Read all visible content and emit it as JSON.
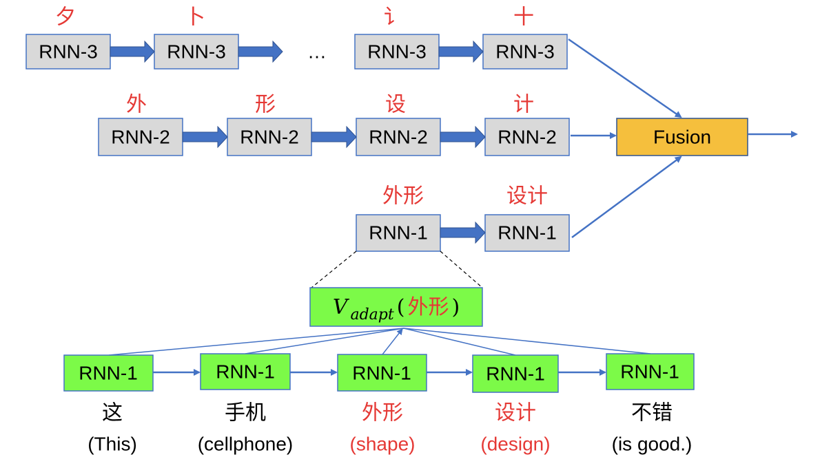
{
  "colors": {
    "accent_red": "#E53935",
    "arrow_blue": "#4472C4",
    "box_gray": "#D9D9D9",
    "box_green": "#7CFA48",
    "fusion_fill": "#F5BF3D"
  },
  "rnn3_row": {
    "boxes": [
      "RNN-3",
      "RNN-3",
      "RNN-3",
      "RNN-3"
    ],
    "labels": [
      "夕",
      "卜",
      "讠",
      "十"
    ],
    "ellipsis": "…"
  },
  "rnn2_row": {
    "boxes": [
      "RNN-2",
      "RNN-2",
      "RNN-2",
      "RNN-2"
    ],
    "labels": [
      "外",
      "形",
      "设",
      "计"
    ]
  },
  "rnn1_row": {
    "boxes": [
      "RNN-1",
      "RNN-1"
    ],
    "labels": [
      "外形",
      "设计"
    ]
  },
  "fusion": {
    "label": "Fusion"
  },
  "adapt": {
    "symbol": "V",
    "subscript": "adapt",
    "open": "(",
    "word": "外形",
    "close": ")"
  },
  "input_row": {
    "boxes": [
      "RNN-1",
      "RNN-1",
      "RNN-1",
      "RNN-1",
      "RNN-1"
    ],
    "words": [
      {
        "zh": "这",
        "en": "(This)"
      },
      {
        "zh": "手机",
        "en": "(cellphone)"
      },
      {
        "zh": "外形",
        "en": "(shape)"
      },
      {
        "zh": "设计",
        "en": "(design)"
      },
      {
        "zh": "不错",
        "en": "(is good.)"
      }
    ]
  }
}
